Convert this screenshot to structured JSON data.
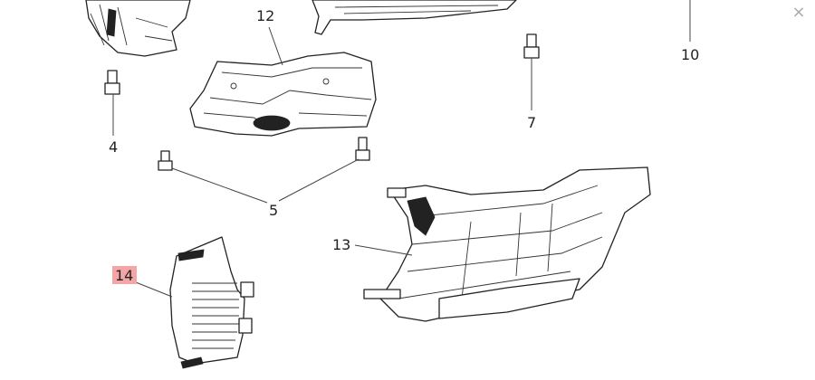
{
  "dialog": {
    "close_icon": "close-icon",
    "close_glyph": "×"
  },
  "callouts": {
    "c4": "4",
    "c5": "5",
    "c7": "7",
    "c10": "10",
    "c12": "12",
    "c13": "13",
    "c14": "14"
  },
  "highlight_color": "#f4a6a6"
}
